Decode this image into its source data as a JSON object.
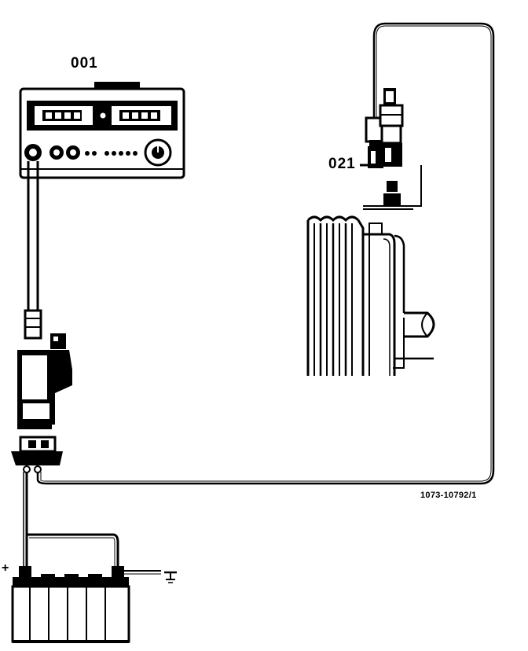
{
  "labels": {
    "tester": "001",
    "sensor": "021",
    "battery_positive": "+",
    "figure_code": "1073-10792/1"
  },
  "icons": {
    "ground": "ground-symbol"
  },
  "colors": {
    "ink": "#000000",
    "paper": "#ffffff"
  }
}
